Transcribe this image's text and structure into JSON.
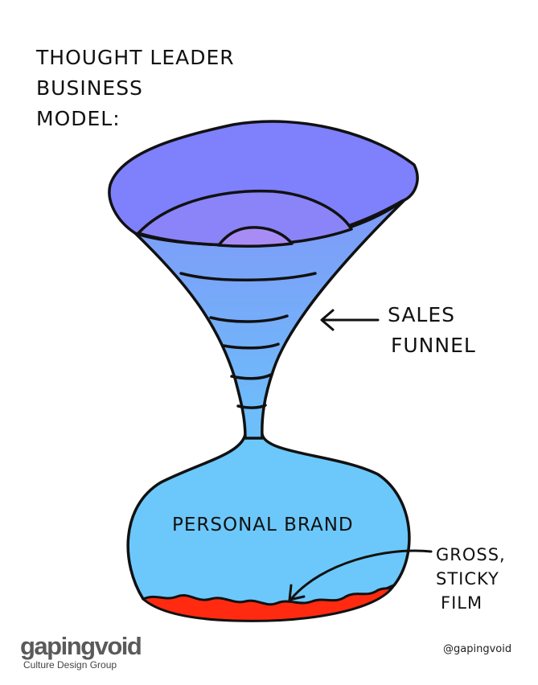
{
  "title": {
    "lines": [
      "THOUGHT LEADER",
      "BUSINESS",
      "MODEL:"
    ]
  },
  "labels": {
    "sales_funnel": [
      "SALES",
      "FUNNEL"
    ],
    "personal_brand": "PERSONAL BRAND",
    "gross_sticky_film": [
      "GROSS,",
      "STICKY",
      "FILM"
    ]
  },
  "colors": {
    "funnel_top": "#7f80fb",
    "funnel_inner": "#8a84f8",
    "funnel_dome": "#a88cf5",
    "funnel_body": "#7aa6f7",
    "balloon": "#6cc8fa",
    "film": "#ff2a10",
    "outline": "#111111"
  },
  "footer": {
    "logo": "gapingvoid",
    "logo_tagline": "Culture Design Group",
    "handle": "@gapingvoid"
  }
}
